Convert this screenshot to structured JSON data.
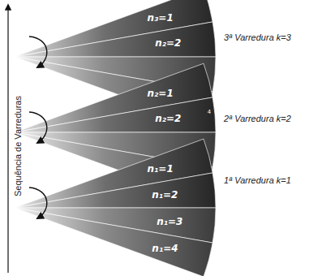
{
  "diagram": {
    "labels": [
      "n₃=1",
      "n₂=2",
      "3ª Varredura k=3",
      "n₂=1",
      "n₂=2",
      "4",
      "2ª Varredura k=2",
      "n₁=1",
      "n₁=2",
      "1ª Varredura k=1",
      "n₁=3",
      "n₁=4",
      "Sequência de Varreduras"
    ]
  }
}
